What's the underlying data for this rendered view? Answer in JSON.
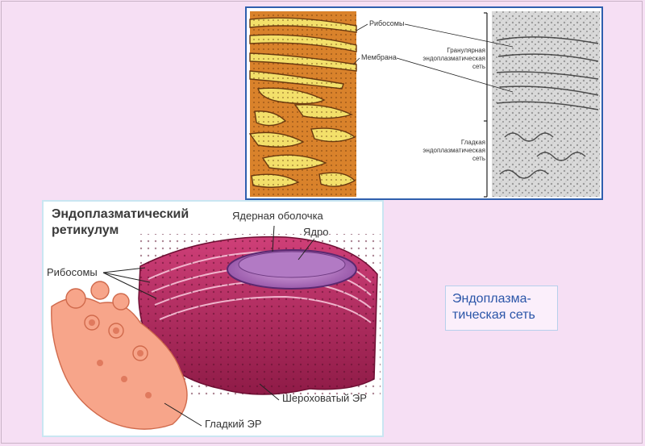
{
  "top_figure": {
    "labels": {
      "ribosomes": "Рибосомы",
      "membrane": "Мембрана",
      "granular_er": "Гранулярная\nэндоплазматическая\nсеть",
      "smooth_er": "Гладкая\nэндоплазматическая\nсеть"
    }
  },
  "bottom_figure": {
    "title": "Эндоплазматический\nретикулум",
    "labels": {
      "nuclear_envelope": "Ядерная оболочка",
      "nucleus": "Ядро",
      "ribosomes": "Рибосомы",
      "rough_er": "Шероховатый ЭР",
      "smooth_er": "Гладкий ЭР"
    }
  },
  "caption": "Эндоплазма-\nтическая сеть",
  "colors": {
    "background": "#f6dff4",
    "top_border": "#2f5fae",
    "caption_text": "#2a55a8",
    "rough_er": "#b8285e",
    "smooth_er": "#f6a07a"
  }
}
